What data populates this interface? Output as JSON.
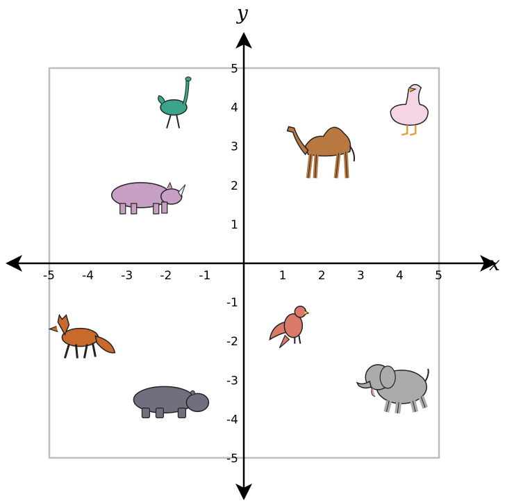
{
  "axes": {
    "x_label": "x",
    "y_label": "y",
    "x_range": [
      -5,
      5
    ],
    "y_range": [
      -5,
      5
    ],
    "x_ticks": [
      "-5",
      "-4",
      "-3",
      "-2",
      "-1",
      "1",
      "2",
      "3",
      "4",
      "5"
    ],
    "y_ticks": [
      "5",
      "4",
      "3",
      "2",
      "1",
      "-1",
      "-2",
      "-3",
      "-4",
      "-5"
    ]
  },
  "animals": [
    {
      "name": "ostrich",
      "x": -1.8,
      "y": 4.0,
      "color": "#3aa58a"
    },
    {
      "name": "rhinoceros",
      "x": -2.5,
      "y": 1.75,
      "color": "#c79ec4"
    },
    {
      "name": "camel",
      "x": 1.9,
      "y": 2.9,
      "color": "#b87840"
    },
    {
      "name": "duck",
      "x": 4.3,
      "y": 3.9,
      "color": "#f5d4e6"
    },
    {
      "name": "fox",
      "x": -4.2,
      "y": -1.9,
      "color": "#c76a2c"
    },
    {
      "name": "hippopotamus",
      "x": -1.9,
      "y": -3.5,
      "color": "#6f6f7d"
    },
    {
      "name": "eagle",
      "x": 1.2,
      "y": -1.6,
      "color": "#d97a6a"
    },
    {
      "name": "elephant",
      "x": 3.8,
      "y": -3.1,
      "color": "#a9abad"
    }
  ]
}
